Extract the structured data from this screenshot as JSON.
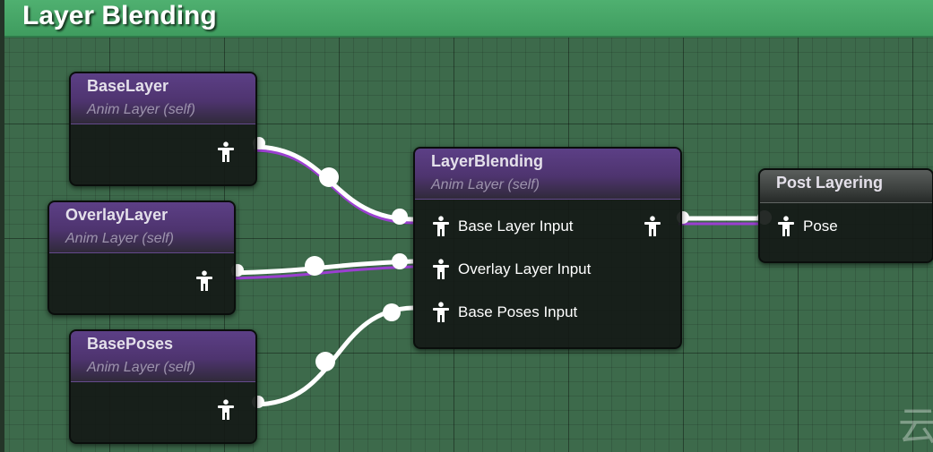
{
  "graph": {
    "title": "Layer Blending"
  },
  "nodes": {
    "base_layer": {
      "title": "BaseLayer",
      "subtitle": "Anim Layer (self)"
    },
    "overlay_layer": {
      "title": "OverlayLayer",
      "subtitle": "Anim Layer (self)"
    },
    "base_poses": {
      "title": "BasePoses",
      "subtitle": "Anim Layer (self)"
    },
    "layer_blending": {
      "title": "LayerBlending",
      "subtitle": "Anim Layer (self)",
      "inputs": [
        "Base Layer Input",
        "Overlay Layer Input",
        "Base Poses Input"
      ]
    },
    "post_layering": {
      "title": "Post Layering",
      "input": "Pose"
    }
  },
  "icons": {
    "pin": "pose-pin-icon"
  },
  "colors": {
    "header_bar": "#45a866",
    "graph_background": "#3d6a4b",
    "node_header_purple": "#5c3f86",
    "wire_white": "#ffffff",
    "wire_purple": "#9b3fd1"
  },
  "watermark": "云"
}
